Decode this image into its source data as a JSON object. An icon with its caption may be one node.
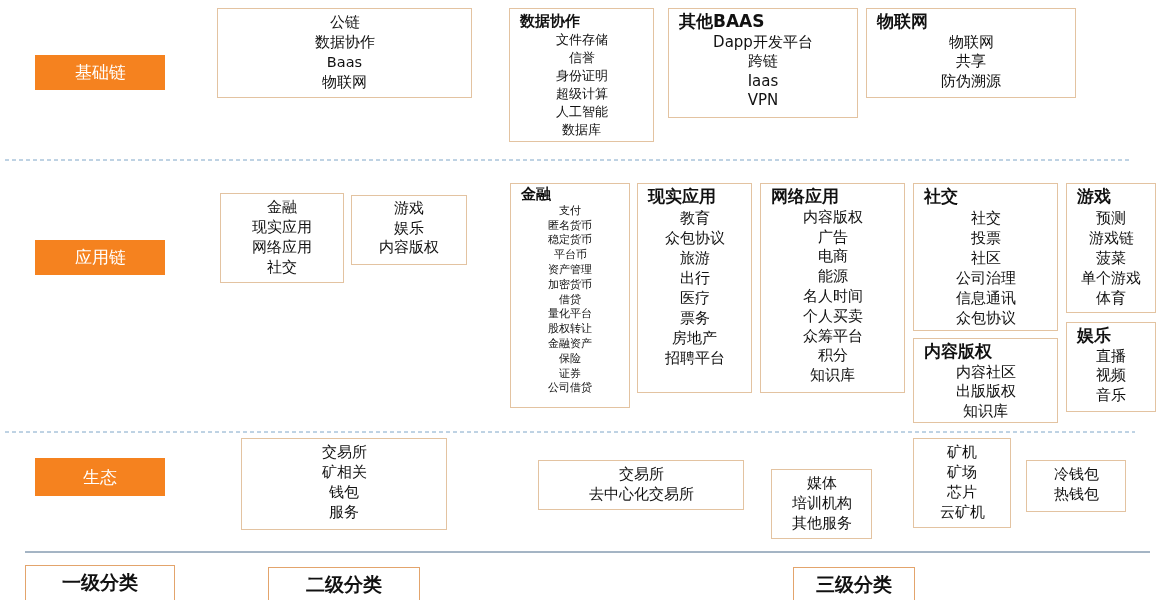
{
  "diagram": {
    "nodes": [
      {
        "text": [
          "基础链"
        ]
      },
      {
        "text": [
          "公链",
          "数据协作",
          "Baas",
          "物联网"
        ]
      },
      {
        "text": [
          "数据协作",
          "文件存储",
          "信誉",
          "身份证明",
          "超级计算",
          "人工智能",
          "数据库"
        ]
      },
      {
        "text": [
          "其他BAAS",
          "Dapp开发平台",
          "跨链",
          "Iaas",
          "VPN"
        ]
      },
      {
        "text": [
          "物联网",
          "物联网",
          "共享",
          "防伪溯源"
        ]
      },
      {
        "text": [
          "应用链"
        ]
      },
      {
        "text": [
          "金融",
          "现实应用",
          "网络应用",
          "社交"
        ]
      },
      {
        "text": [
          "游戏",
          "娱乐",
          "内容版权"
        ]
      },
      {
        "text": [
          "金融",
          "支付",
          "匿名货币",
          "稳定货币",
          "平台币",
          "资产管理",
          "加密货币",
          "借贷",
          "量化平台",
          "股权转让",
          "金融资产",
          "保险",
          "证券",
          "公司借贷"
        ]
      },
      {
        "text": [
          "现实应用",
          "教育",
          "众包协议",
          "旅游",
          "出行",
          "医疗",
          "票务",
          "房地产",
          "招聘平台"
        ]
      },
      {
        "text": [
          "网络应用",
          "内容版权",
          "广告",
          "电商",
          "能源",
          "名人时间",
          "个人买卖",
          "众筹平台",
          "积分",
          "知识库"
        ]
      },
      {
        "text": [
          "社交",
          "社交",
          "投票",
          "社区",
          "公司治理",
          "信息通讯",
          "众包协议"
        ]
      },
      {
        "text": [
          "游戏",
          "预测",
          "游戏链",
          "菠菜",
          "单个游戏",
          "体育"
        ]
      },
      {
        "text": [
          "内容版权",
          "内容社区",
          "出版版权",
          "知识库"
        ]
      },
      {
        "text": [
          "娱乐",
          "直播",
          "视频",
          "音乐"
        ]
      },
      {
        "text": [
          "生态"
        ]
      },
      {
        "text": [
          "交易所",
          "矿相关",
          "钱包",
          "服务"
        ]
      },
      {
        "text": [
          "交易所",
          "去中心化交易所"
        ]
      },
      {
        "text": [
          "媒体",
          "培训机构",
          "其他服务"
        ]
      },
      {
        "text": [
          "矿机",
          "矿场",
          "芯片",
          "云矿机"
        ]
      },
      {
        "text": [
          "冷钱包",
          "热钱包"
        ]
      },
      {
        "text": [
          "一级分类"
        ]
      },
      {
        "text": [
          "二级分类"
        ]
      },
      {
        "text": [
          "三级分类"
        ]
      }
    ],
    "edges": []
  }
}
